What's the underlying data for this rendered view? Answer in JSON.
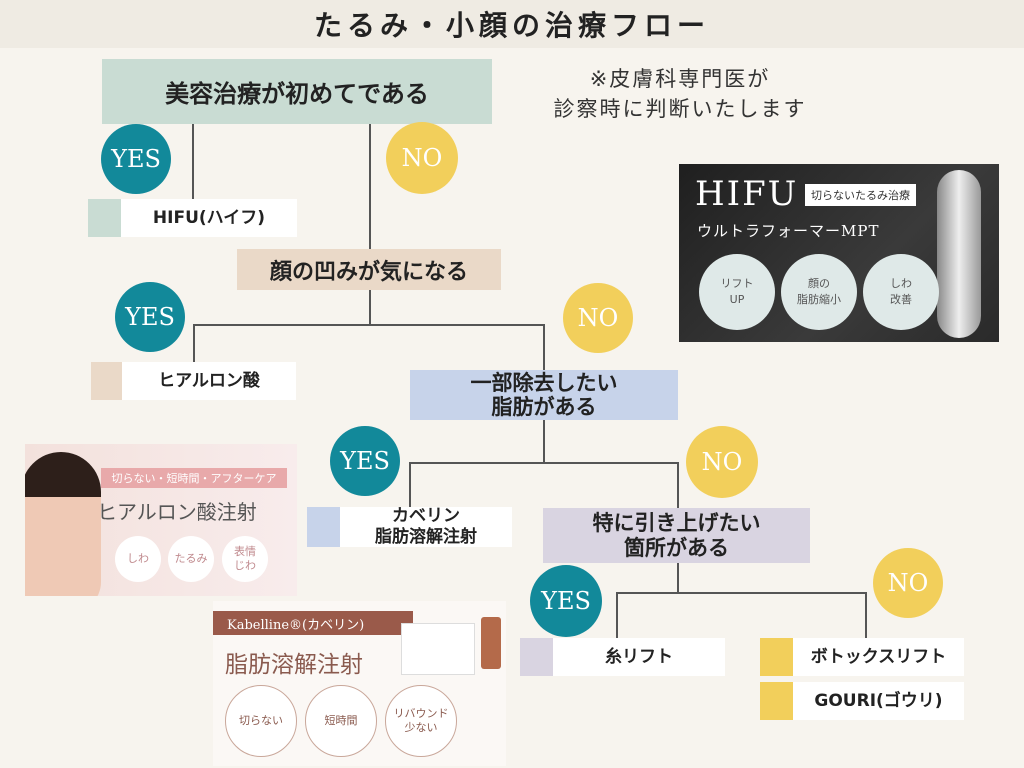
{
  "title": "たるみ・小顔の治療フロー",
  "note": [
    "※皮膚科専門医が",
    "診察時に判断いたします"
  ],
  "yes_label": "YES",
  "no_label": "NO",
  "questions": {
    "q1": "美容治療が初めてである",
    "q2": "顔の凹みが気になる",
    "q3": [
      "一部除去したい",
      "脂肪がある"
    ],
    "q4": [
      "特に引き上げたい",
      "箇所がある"
    ]
  },
  "results": {
    "hifu": "HIFU(ハイフ)",
    "hyaluronic": "ヒアルロン酸",
    "kabelline": [
      "カベリン",
      "脂肪溶解注射"
    ],
    "thread": "糸リフト",
    "botox": "ボトックスリフト",
    "gouri": "GOURI(ゴウリ)"
  },
  "colors": {
    "background": "#f7f4ee",
    "yes": "#12899a",
    "no": "#f2cf5b",
    "q1": "#c9dcd3",
    "q2": "#ead9c8",
    "q3": "#c7d3ea",
    "q4": "#d9d4e1"
  },
  "cards": {
    "hifu": {
      "title": "HIFU",
      "tag": "切らないたるみ治療",
      "subtitle": "ウルトラフォーマーMPT",
      "features": [
        [
          "リフト",
          "UP"
        ],
        [
          "顔の",
          "脂肪縮小"
        ],
        [
          "しわ",
          "改善"
        ]
      ]
    },
    "hyaluronic": {
      "tag": "切らない・短時間・アフターケア",
      "title": "ヒアルロン酸注射",
      "features": [
        [
          "しわ"
        ],
        [
          "たるみ"
        ],
        [
          "表情",
          "じわ"
        ]
      ]
    },
    "kabelline": {
      "band": "Kabelline®(カベリン)",
      "title": "脂肪溶解注射",
      "features": [
        [
          "切らない"
        ],
        [
          "短時間"
        ],
        [
          "リバウンド",
          "少ない"
        ]
      ]
    }
  }
}
